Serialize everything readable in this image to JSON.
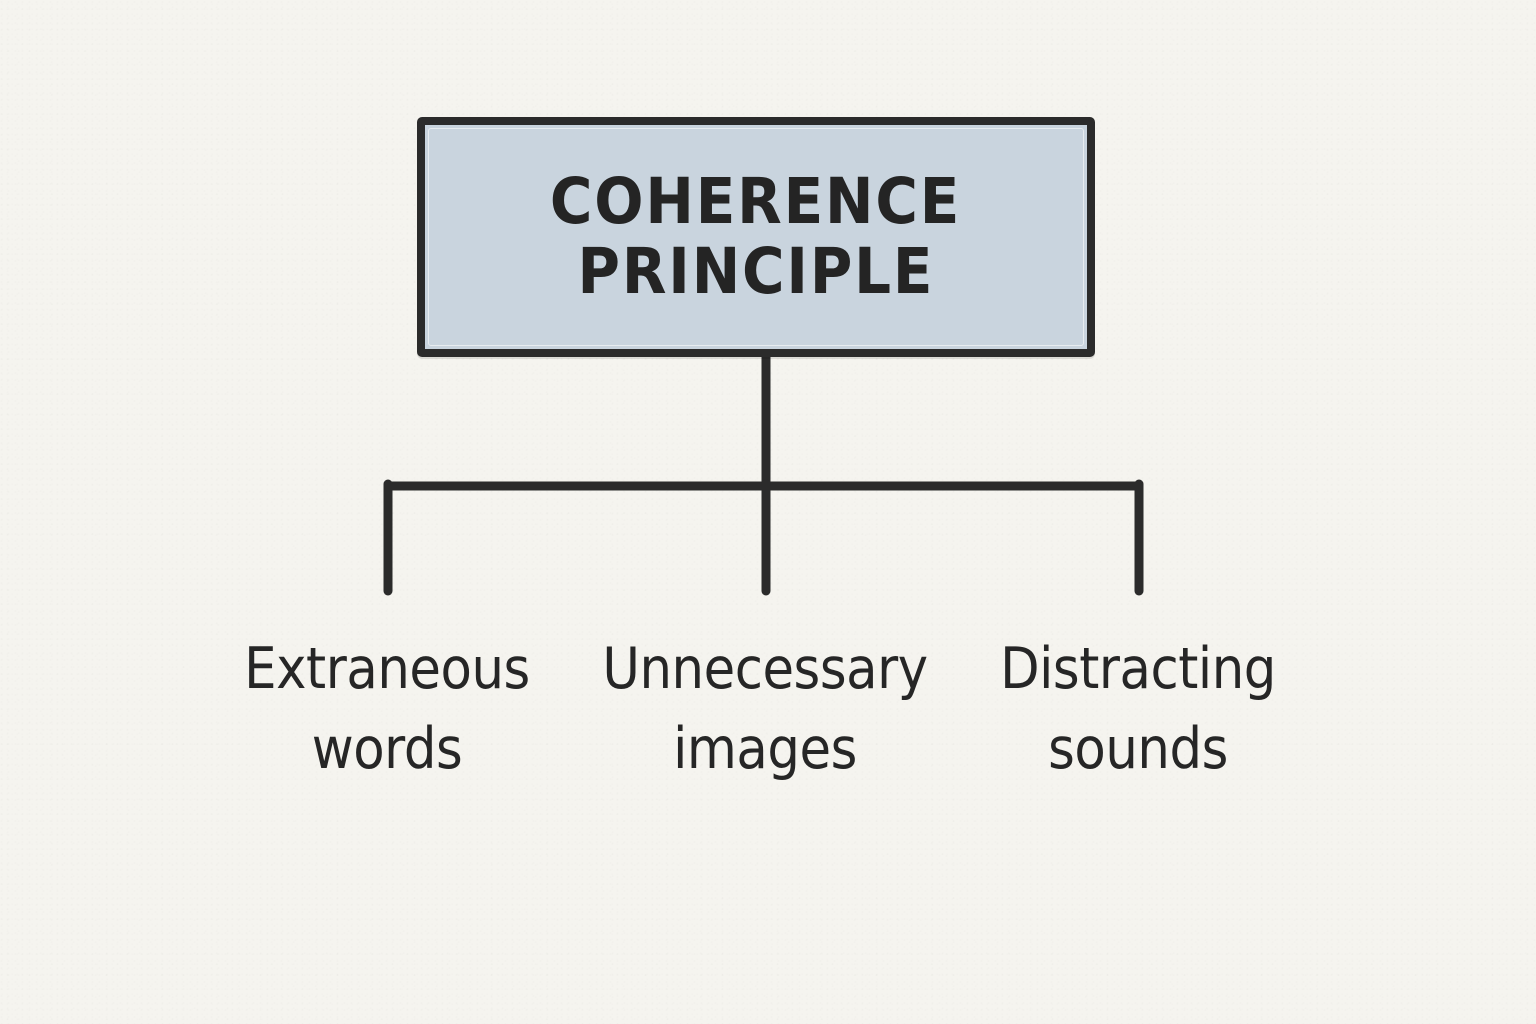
{
  "diagram": {
    "type": "hierarchy-tree",
    "background_color": "#f5f4ef",
    "ink_color": "#2b2b2b",
    "root": {
      "title_line_1": "COHERENCE",
      "title_line_2": "PRINCIPLE",
      "fill_color": "#c9d4de",
      "border_color": "#2b2b2b"
    },
    "children": [
      {
        "word_1": "Extraneous",
        "word_2": "words"
      },
      {
        "word_1": "Unnecessary",
        "word_2": "images"
      },
      {
        "word_1": "Distracting",
        "word_2": "sounds"
      }
    ]
  }
}
